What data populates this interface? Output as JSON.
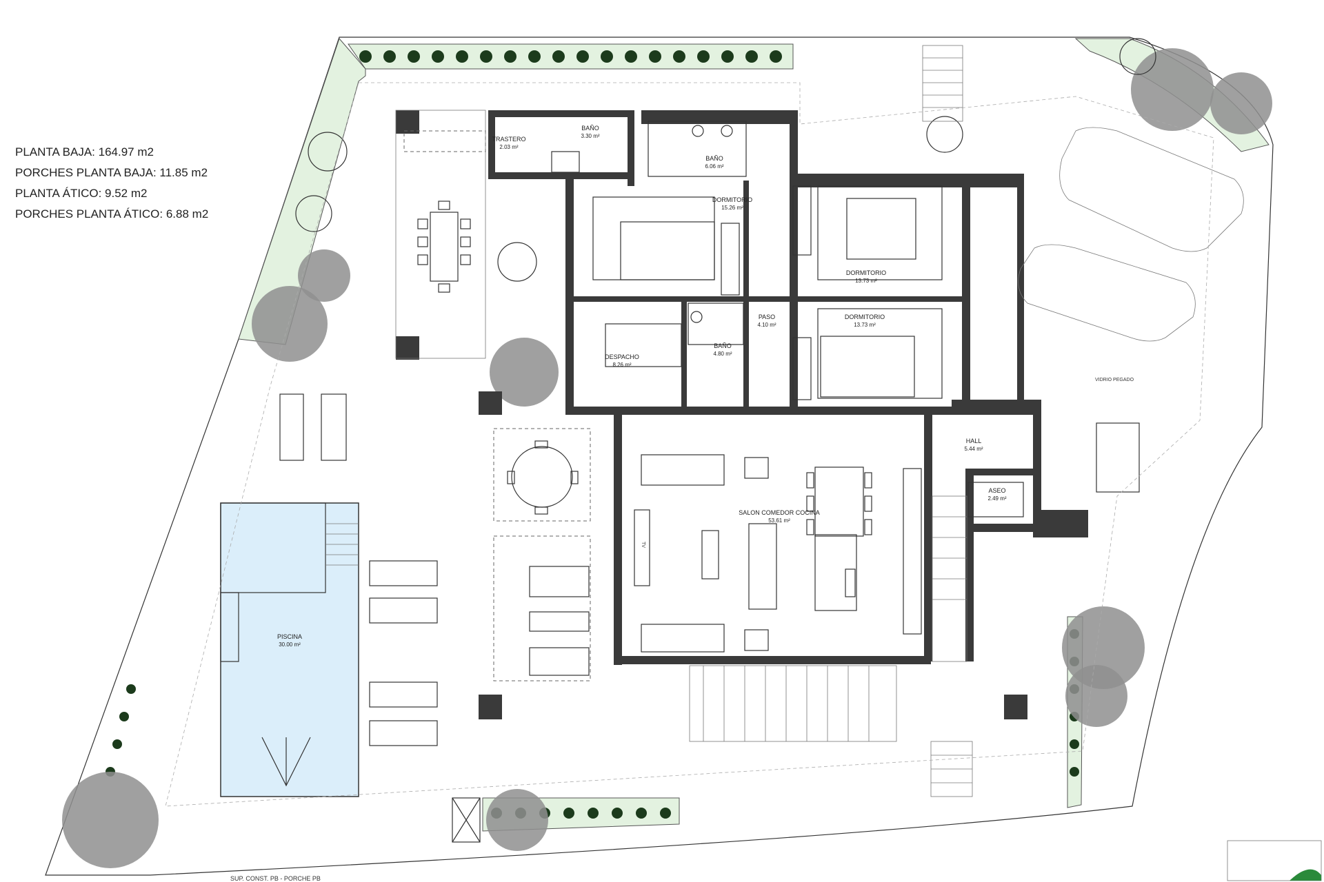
{
  "areas_summary": [
    "PLANTA BAJA: 164.97 m2",
    "PORCHES PLANTA BAJA: 11.85 m2",
    "PLANTA ÁTICO: 9.52 m2",
    "PORCHES PLANTA ÁTICO: 6.88 m2"
  ],
  "rooms": {
    "trastero": {
      "name": "TRASTERO",
      "area": "2.03 m²"
    },
    "bano_1": {
      "name": "BAÑO",
      "area": "3.30 m²"
    },
    "bano_2": {
      "name": "BAÑO",
      "area": "6.06 m²"
    },
    "dormitorio_1": {
      "name": "DORMITORIO",
      "area": "15.26 m²"
    },
    "dormitorio_2": {
      "name": "DORMITORIO",
      "area": "13.73 m²"
    },
    "dormitorio_3": {
      "name": "DORMITORIO",
      "area": "13.73 m²"
    },
    "paso": {
      "name": "PASO",
      "area": "4.10 m²"
    },
    "despacho": {
      "name": "DESPACHO",
      "area": "8.26 m²"
    },
    "bano_3": {
      "name": "BAÑO",
      "area": "4.80 m²"
    },
    "hall": {
      "name": "HALL",
      "area": "5.44 m²"
    },
    "aseo": {
      "name": "ASEO",
      "area": "2.49 m²"
    },
    "salon": {
      "name": "SALON COMEDOR COCINA",
      "area": "53.61 m²"
    },
    "piscina": {
      "name": "PISCINA",
      "area": "30.00 m²"
    }
  },
  "annotations": {
    "vidrio": "VIDRIO PEGADO",
    "tv": "TV",
    "bottom_caption": "SUP. CONST. PB - PORCHE PB"
  }
}
